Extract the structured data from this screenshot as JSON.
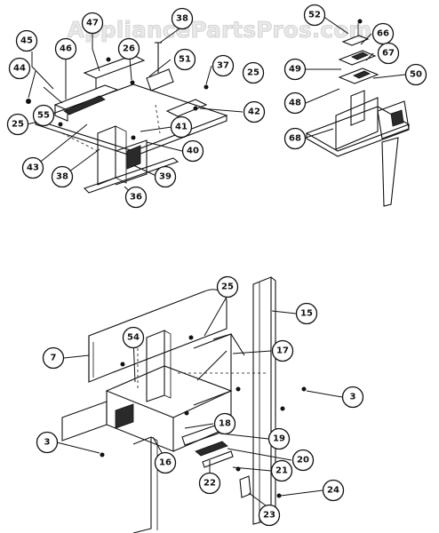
{
  "watermark": "AppliancePartsPros.com",
  "callouts": [
    "45",
    "46",
    "47",
    "38",
    "44",
    "26",
    "51",
    "37",
    "25",
    "55",
    "25",
    "42",
    "41",
    "43",
    "38",
    "40",
    "39",
    "36",
    "52",
    "66",
    "67",
    "49",
    "50",
    "48",
    "68",
    "25",
    "15",
    "7",
    "54",
    "17",
    "3",
    "18",
    "19",
    "3",
    "16",
    "20",
    "21",
    "22",
    "24",
    "23"
  ]
}
